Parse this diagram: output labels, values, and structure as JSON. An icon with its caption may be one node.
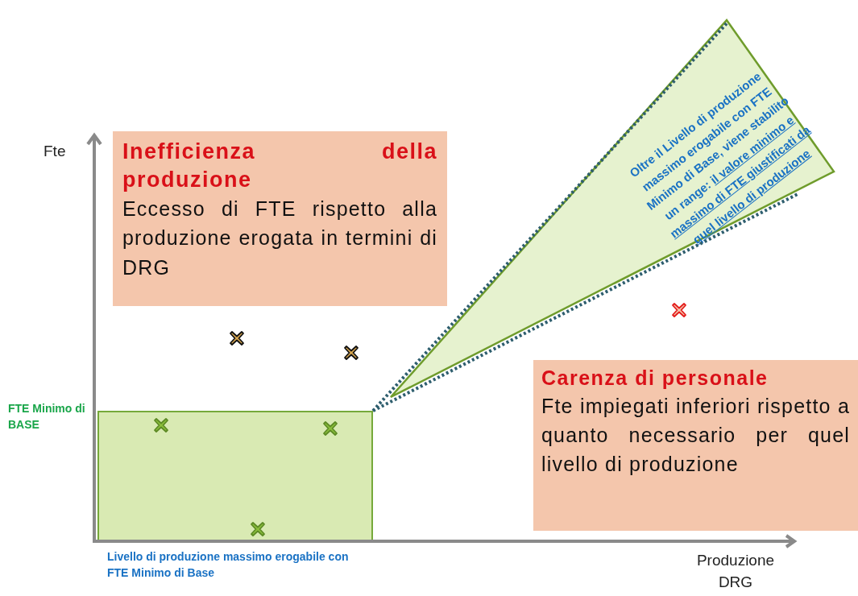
{
  "diagram": {
    "nodes": [
      {
        "text": [
          "Inefficienza della produzione",
          "Eccesso di FTE rispetto alla produzione erogata in termini di DRG"
        ]
      },
      {
        "text": [
          "Oltre il Livello di produzione massimo erogabile con FTE Minimo di Base, viene stabilito un range:",
          "il valore minimo e massimo di FTE giustificati da quel livello di produzione"
        ]
      },
      {
        "text": [
          "Carenza di personale",
          "Fte impiegati inferiori rispetto a quanto necessario per quel livello di produzione"
        ]
      },
      {
        "text": [],
        "shape": "box"
      }
    ],
    "labels": [
      "Fte",
      "FTE Minimo di BASE",
      "Livello di produzione massimo erogabile con FTE Minimo di Base",
      "Produzione DRG"
    ]
  }
}
